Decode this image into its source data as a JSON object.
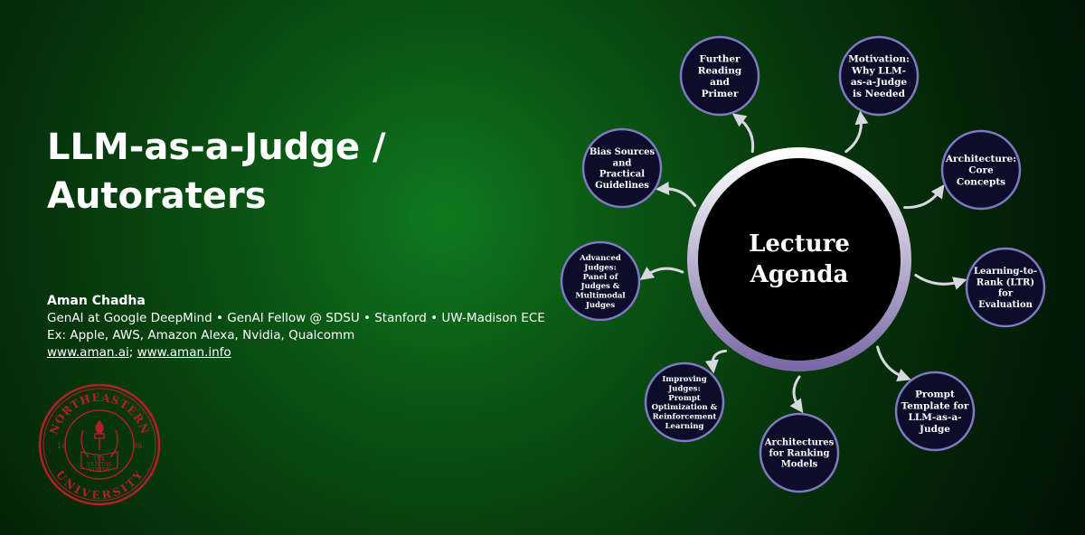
{
  "slide": {
    "title_lines": [
      "LLM-as-a-Judge /",
      "Autoraters"
    ],
    "author_name": "Aman Chadha",
    "author_lines": [
      "GenAI at Google DeepMind • GenAI Fellow @ SDSU • Stanford • UW-Madison ECE",
      "Ex: Apple, AWS, Amazon Alexa, Nvidia, Qualcomm"
    ],
    "links": [
      "www.aman.ai",
      "www.aman.info"
    ],
    "link_separator": "; "
  },
  "seal": {
    "top_text": "NORTHEASTERN",
    "bottom_text": "UNIVERSITY",
    "motto": [
      "LVX",
      "VERITAS",
      "VIRTVS"
    ],
    "year_left": "18",
    "year_right": "98",
    "color": "#b3202a"
  },
  "diagram": {
    "center_label": [
      "Lecture",
      "Agenda"
    ],
    "nodes": [
      {
        "label": [
          "Further",
          "Reading",
          "and",
          "Primer"
        ]
      },
      {
        "label": [
          "Motivation:",
          "Why LLM-",
          "as-a-Judge",
          "is Needed"
        ]
      },
      {
        "label": [
          "Architecture:",
          "Core",
          "Concepts"
        ]
      },
      {
        "label": [
          "Learning-to-",
          "Rank (LTR)",
          "for",
          "Evaluation"
        ]
      },
      {
        "label": [
          "Prompt",
          "Template for",
          "LLM-as-a-",
          "Judge"
        ]
      },
      {
        "label": [
          "Architectures",
          "for Ranking",
          "Models"
        ]
      },
      {
        "label": [
          "Improving",
          "Judges:",
          "Prompt",
          "Optimization &",
          "Reinforcement",
          "Learning"
        ]
      },
      {
        "label": [
          "Advanced",
          "Judges:",
          "Panel of",
          "Judges &",
          "Multimodal",
          "Judges"
        ]
      },
      {
        "label": [
          "Bias Sources",
          "and",
          "Practical",
          "Guidelines"
        ]
      }
    ],
    "colors": {
      "node_fill": "#0d0d2a",
      "node_ring": "#7f79c4",
      "center_fill": "#000000",
      "center_ring_top": "#ffffff",
      "center_ring_bottom": "#7a6aa6",
      "arrow": "#d8d8e0"
    }
  }
}
